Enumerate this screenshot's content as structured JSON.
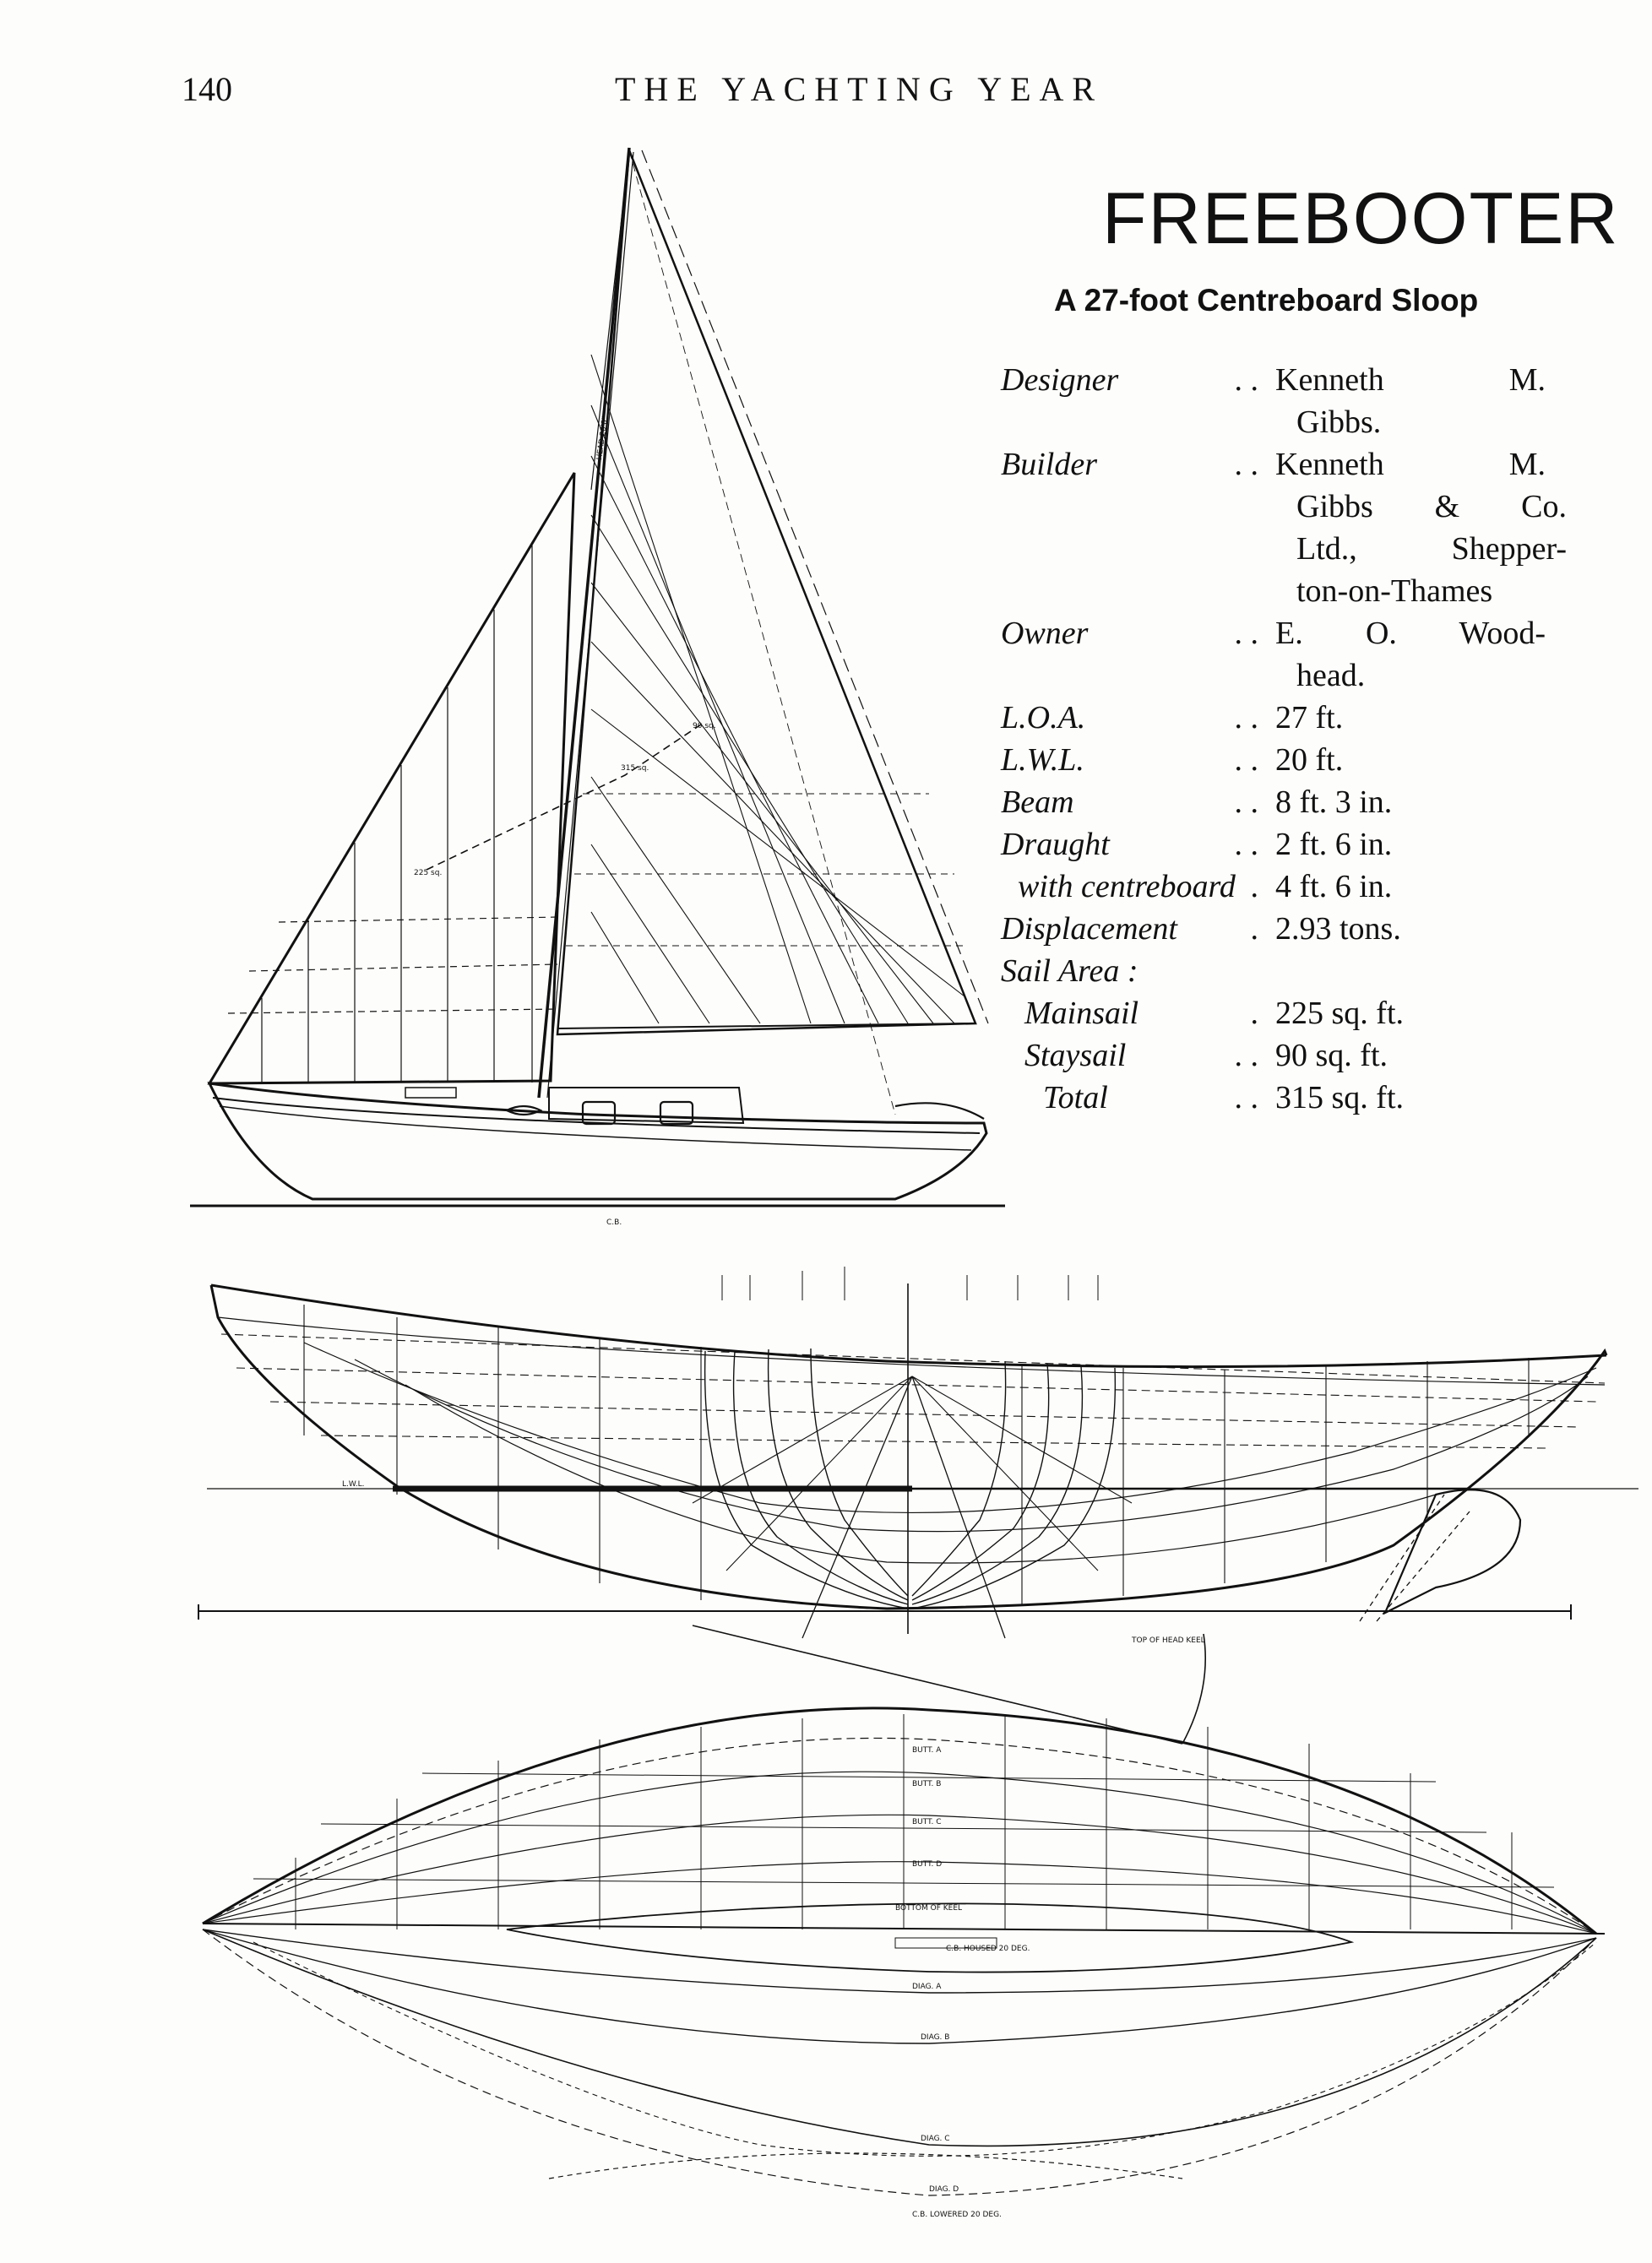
{
  "header": {
    "page_number": "140",
    "running_title": "THE YACHTING YEAR"
  },
  "article": {
    "title": "FREEBOOTER",
    "subtitle": "A 27-foot Centreboard Sloop"
  },
  "specs": [
    {
      "label": "Designer",
      "dots": ".      .",
      "value_lines": [
        "Kenneth M.",
        "Gibbs."
      ]
    },
    {
      "label": "Builder",
      "dots": ".      .",
      "value_lines": [
        "Kenneth M.",
        "Gibbs & Co.",
        "Ltd., Shepper-",
        "ton-on-Thames"
      ]
    },
    {
      "label": "Owner",
      "dots": ".      .",
      "value_lines": [
        "E. O. Wood-",
        "head."
      ]
    },
    {
      "label": "L.O.A.",
      "dots": ".      .",
      "value_lines": [
        "27 ft."
      ]
    },
    {
      "label": "L.W.L.",
      "dots": ".      .",
      "value_lines": [
        "20 ft."
      ]
    },
    {
      "label": "Beam",
      "dots": ".      .",
      "value_lines": [
        "8 ft.  3 in."
      ]
    },
    {
      "label": "Draught",
      "dots": ".      .",
      "value_lines": [
        "2 ft.  6 in."
      ]
    },
    {
      "label": "with centreboard",
      "dots": ".",
      "value_lines": [
        "4 ft.  6 in."
      ]
    },
    {
      "label": "Displacement",
      "dots": ".",
      "value_lines": [
        "2.93 tons."
      ]
    },
    {
      "label": "Sail Area :",
      "dots": "",
      "value_lines": [
        ""
      ]
    },
    {
      "label": "Mainsail",
      "dots": ".",
      "value_lines": [
        "225 sq. ft."
      ]
    },
    {
      "label": "Staysail",
      "dots": ".      .",
      "value_lines": [
        "90 sq. ft."
      ]
    },
    {
      "label": "Total",
      "dots": ".      .",
      "value_lines": [
        "315 sq. ft."
      ]
    }
  ],
  "drawing_labels": {
    "head_label": "HEAD 20'0\"",
    "ce_main": "225 sq.",
    "ce_total": "315 sq.",
    "ce_jib": "90 sq.",
    "cb_mark": "C.B.",
    "top_keel": "TOP OF HEAD KEEL",
    "lwl": "L.W.L.",
    "butt_a": "BUTT. A",
    "butt_b": "BUTT. B",
    "butt_c": "BUTT. C",
    "butt_d": "BUTT. D",
    "bottom_keel": "BOTTOM OF KEEL",
    "cb_housed": "C.B. HOUSED 20 DEG.",
    "diag_a": "DIAG. A",
    "diag_b": "DIAG. B",
    "diag_c": "DIAG. C",
    "diag_d": "DIAG. D",
    "cb_lowered": "C.B. LOWERED 20 DEG."
  }
}
